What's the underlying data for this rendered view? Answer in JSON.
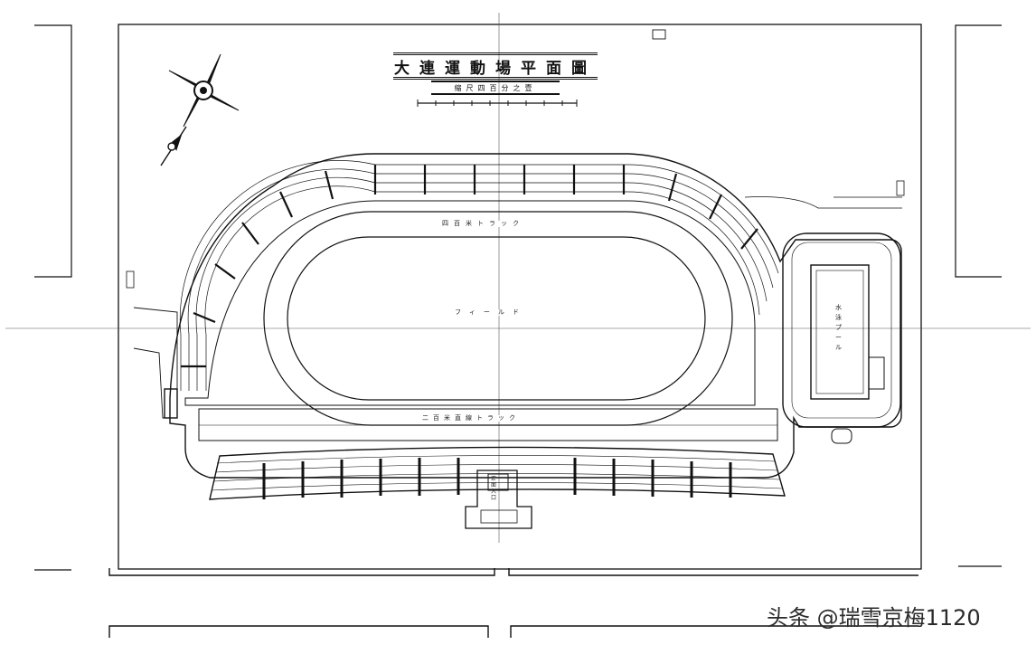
{
  "title": "大連運動場平面圖",
  "scale_note": "縮尺四百分之壹",
  "labels": {
    "track_400": "四百米トラック",
    "field": "フィールド",
    "straight_track": "二百米直線トラック",
    "pool": "水泳プール",
    "main_stand": "正面入口"
  },
  "watermark": "头条 @瑞雪京梅1120",
  "colors": {
    "ink": "#111111",
    "paper": "#ffffff",
    "watermark": "#2b2b2b"
  },
  "icons": [
    "compass-rose-icon",
    "north-arrow-icon"
  ]
}
